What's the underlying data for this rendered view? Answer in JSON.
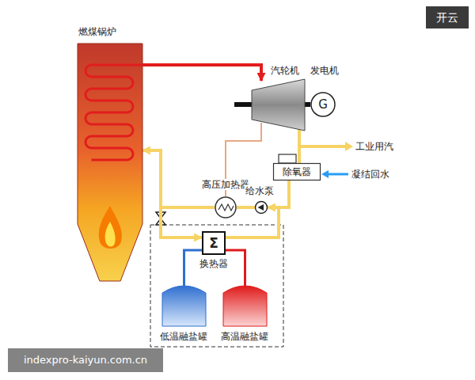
{
  "diagram": {
    "nodes": [
      {
        "text": [
          "燃煤锅炉"
        ]
      },
      {
        "text": [
          "汽轮机"
        ]
      },
      {
        "text": [
          "发电机",
          "G"
        ]
      },
      {
        "text": [
          "除氧器"
        ]
      },
      {
        "text": [
          "高压加热器"
        ]
      },
      {
        "text": [
          "给水泵"
        ]
      },
      {
        "text": [
          "Σ",
          "换热器"
        ]
      },
      {
        "text": [
          "低温融盐罐"
        ]
      },
      {
        "text": [
          "高温融盐罐"
        ]
      }
    ],
    "edges": [
      {
        "from": 0,
        "to": 1,
        "arrow": "to"
      },
      {
        "from": 1,
        "to": 2,
        "arrow": "none"
      },
      {
        "from": 1,
        "to": 4,
        "arrow": "none"
      },
      {
        "from": 1,
        "to": 3,
        "arrow": "none"
      },
      {
        "from": 3,
        "to": 5,
        "arrow": "none"
      },
      {
        "from": 5,
        "to": 4,
        "arrow": "none"
      },
      {
        "from": 4,
        "to": 0,
        "arrow": "to"
      },
      {
        "from": 4,
        "to": 6,
        "arrow": "to"
      },
      {
        "from": 6,
        "to": 5,
        "arrow": "to"
      },
      {
        "from": 7,
        "to": 6,
        "arrow": "none"
      },
      {
        "from": 8,
        "to": 6,
        "arrow": "none"
      }
    ],
    "labels": [
      "工业用汽",
      "凝结回水",
      "开云",
      "indexpro-kaiyun.com.cn"
    ]
  }
}
